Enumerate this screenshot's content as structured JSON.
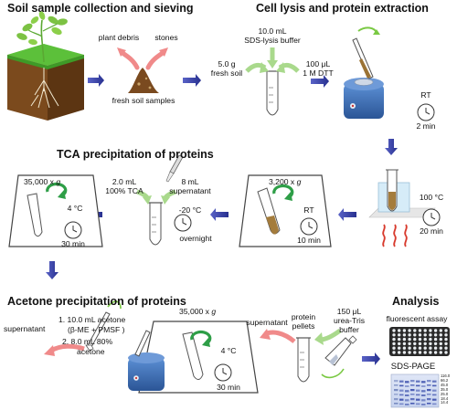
{
  "headings": {
    "step1": "Soil sample collection and sieving",
    "step2": "Cell lysis and protein extraction",
    "step3": "TCA precipitation of proteins",
    "step4": "Acetone precipitation of proteins",
    "step5": "Analysis"
  },
  "step1": {
    "plant_debris": "plant debris",
    "stones": "stones",
    "fresh_soil_samples": "fresh soil samples"
  },
  "step2": {
    "buffer_volume": "10.0 mL",
    "buffer_name": "SDS-lysis buffer",
    "soil_mass": "5.0 g",
    "soil_label": "fresh soil",
    "dtt_volume": "100 μL",
    "dtt_label": "1 M DTT",
    "vortex_temp": "RT",
    "vortex_time": "2 min",
    "heat_temp": "100 °C",
    "heat_time": "20 min"
  },
  "step3": {
    "speed1": "3,200 x",
    "speed1_unit": "g",
    "cent1_temp": "RT",
    "cent1_time": "10 min",
    "tca_volume": "2.0 mL",
    "tca_label": "100% TCA",
    "sup_volume": "8 mL",
    "sup_label": "supernatant",
    "incub_temp": "-20 °C",
    "incub_time": "overnight",
    "speed2": "35,000 x",
    "speed2_unit": "g",
    "cent2_temp": "4 °C",
    "cent2_time": "30 min"
  },
  "step4": {
    "supernatant1": "supernatant",
    "wash1": "1. 10.0 mL acetone",
    "wash1b": "(β-ME + PMSF )",
    "wash2": "2. 8.0 mL 80%",
    "wash2b": "acetone",
    "speed": "35,000 x",
    "speed_unit": "g",
    "temp": "4 °C",
    "time": "30 min",
    "supernatant2": "supernatant",
    "pellets1": "protein",
    "pellets2": "pellets",
    "urea1": "150 μL",
    "urea2": "urea-Tris",
    "urea3": "buffer"
  },
  "step5": {
    "assay": "fluorescent assay",
    "page": "SDS-PAGE",
    "markers": [
      "116.0",
      "66.2",
      "45.0",
      "35.0",
      "25.0",
      "18.4",
      "14.4"
    ]
  },
  "colors": {
    "flow_arrow": "#2e3a9f",
    "add_arrow": "#a9d98c",
    "remove_arrow": "#f08a8a",
    "rotor_arrow": "#2e9e47",
    "grass": "#4caf35",
    "soil": "#7a4a1f",
    "pellet": "#8b6a33",
    "vortex_body": "#3d6fb7",
    "heat": "#d83b2e"
  },
  "icons": [
    "tree-seedling-icon",
    "soil-mound-icon",
    "tube-icon",
    "vortex-mixer-icon",
    "clock-icon",
    "heat-block-icon",
    "centrifuge-icon",
    "pipette-icon",
    "multiwell-plate-icon",
    "sds-page-gel-icon",
    "rotation-arrow-icon"
  ]
}
